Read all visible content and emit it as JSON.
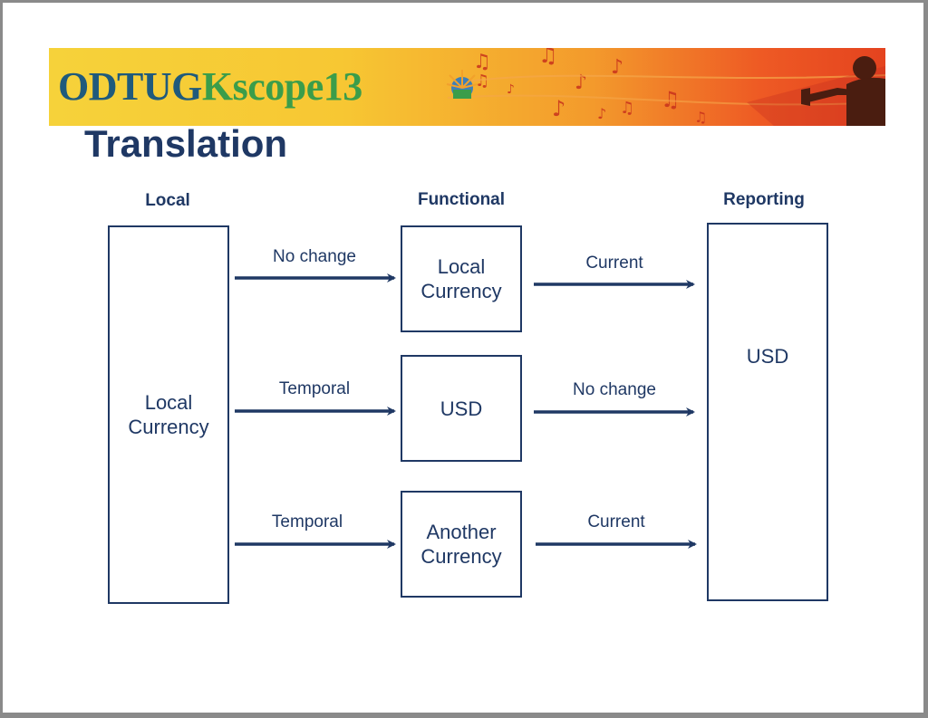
{
  "banner": {
    "logo_odtug": "ODTUG",
    "logo_kscope": "Kscope13",
    "colors": {
      "odtug": "#1f5a7c",
      "kscope": "#3b9d4a",
      "accent": "#1f3864"
    }
  },
  "slide": {
    "title": "Translation"
  },
  "diagram": {
    "columns": {
      "local": "Local",
      "functional": "Functional",
      "reporting": "Reporting"
    },
    "local_box": {
      "line1": "Local",
      "line2": "Currency"
    },
    "functional_boxes": [
      {
        "line1": "Local",
        "line2": "Currency"
      },
      {
        "line1": "USD",
        "line2": ""
      },
      {
        "line1": "Another",
        "line2": "Currency"
      }
    ],
    "reporting_box": {
      "line1": "USD"
    },
    "left_arrows": [
      "No change",
      "Temporal",
      "Temporal"
    ],
    "right_arrows": [
      "Current",
      "No change",
      "Current"
    ]
  }
}
